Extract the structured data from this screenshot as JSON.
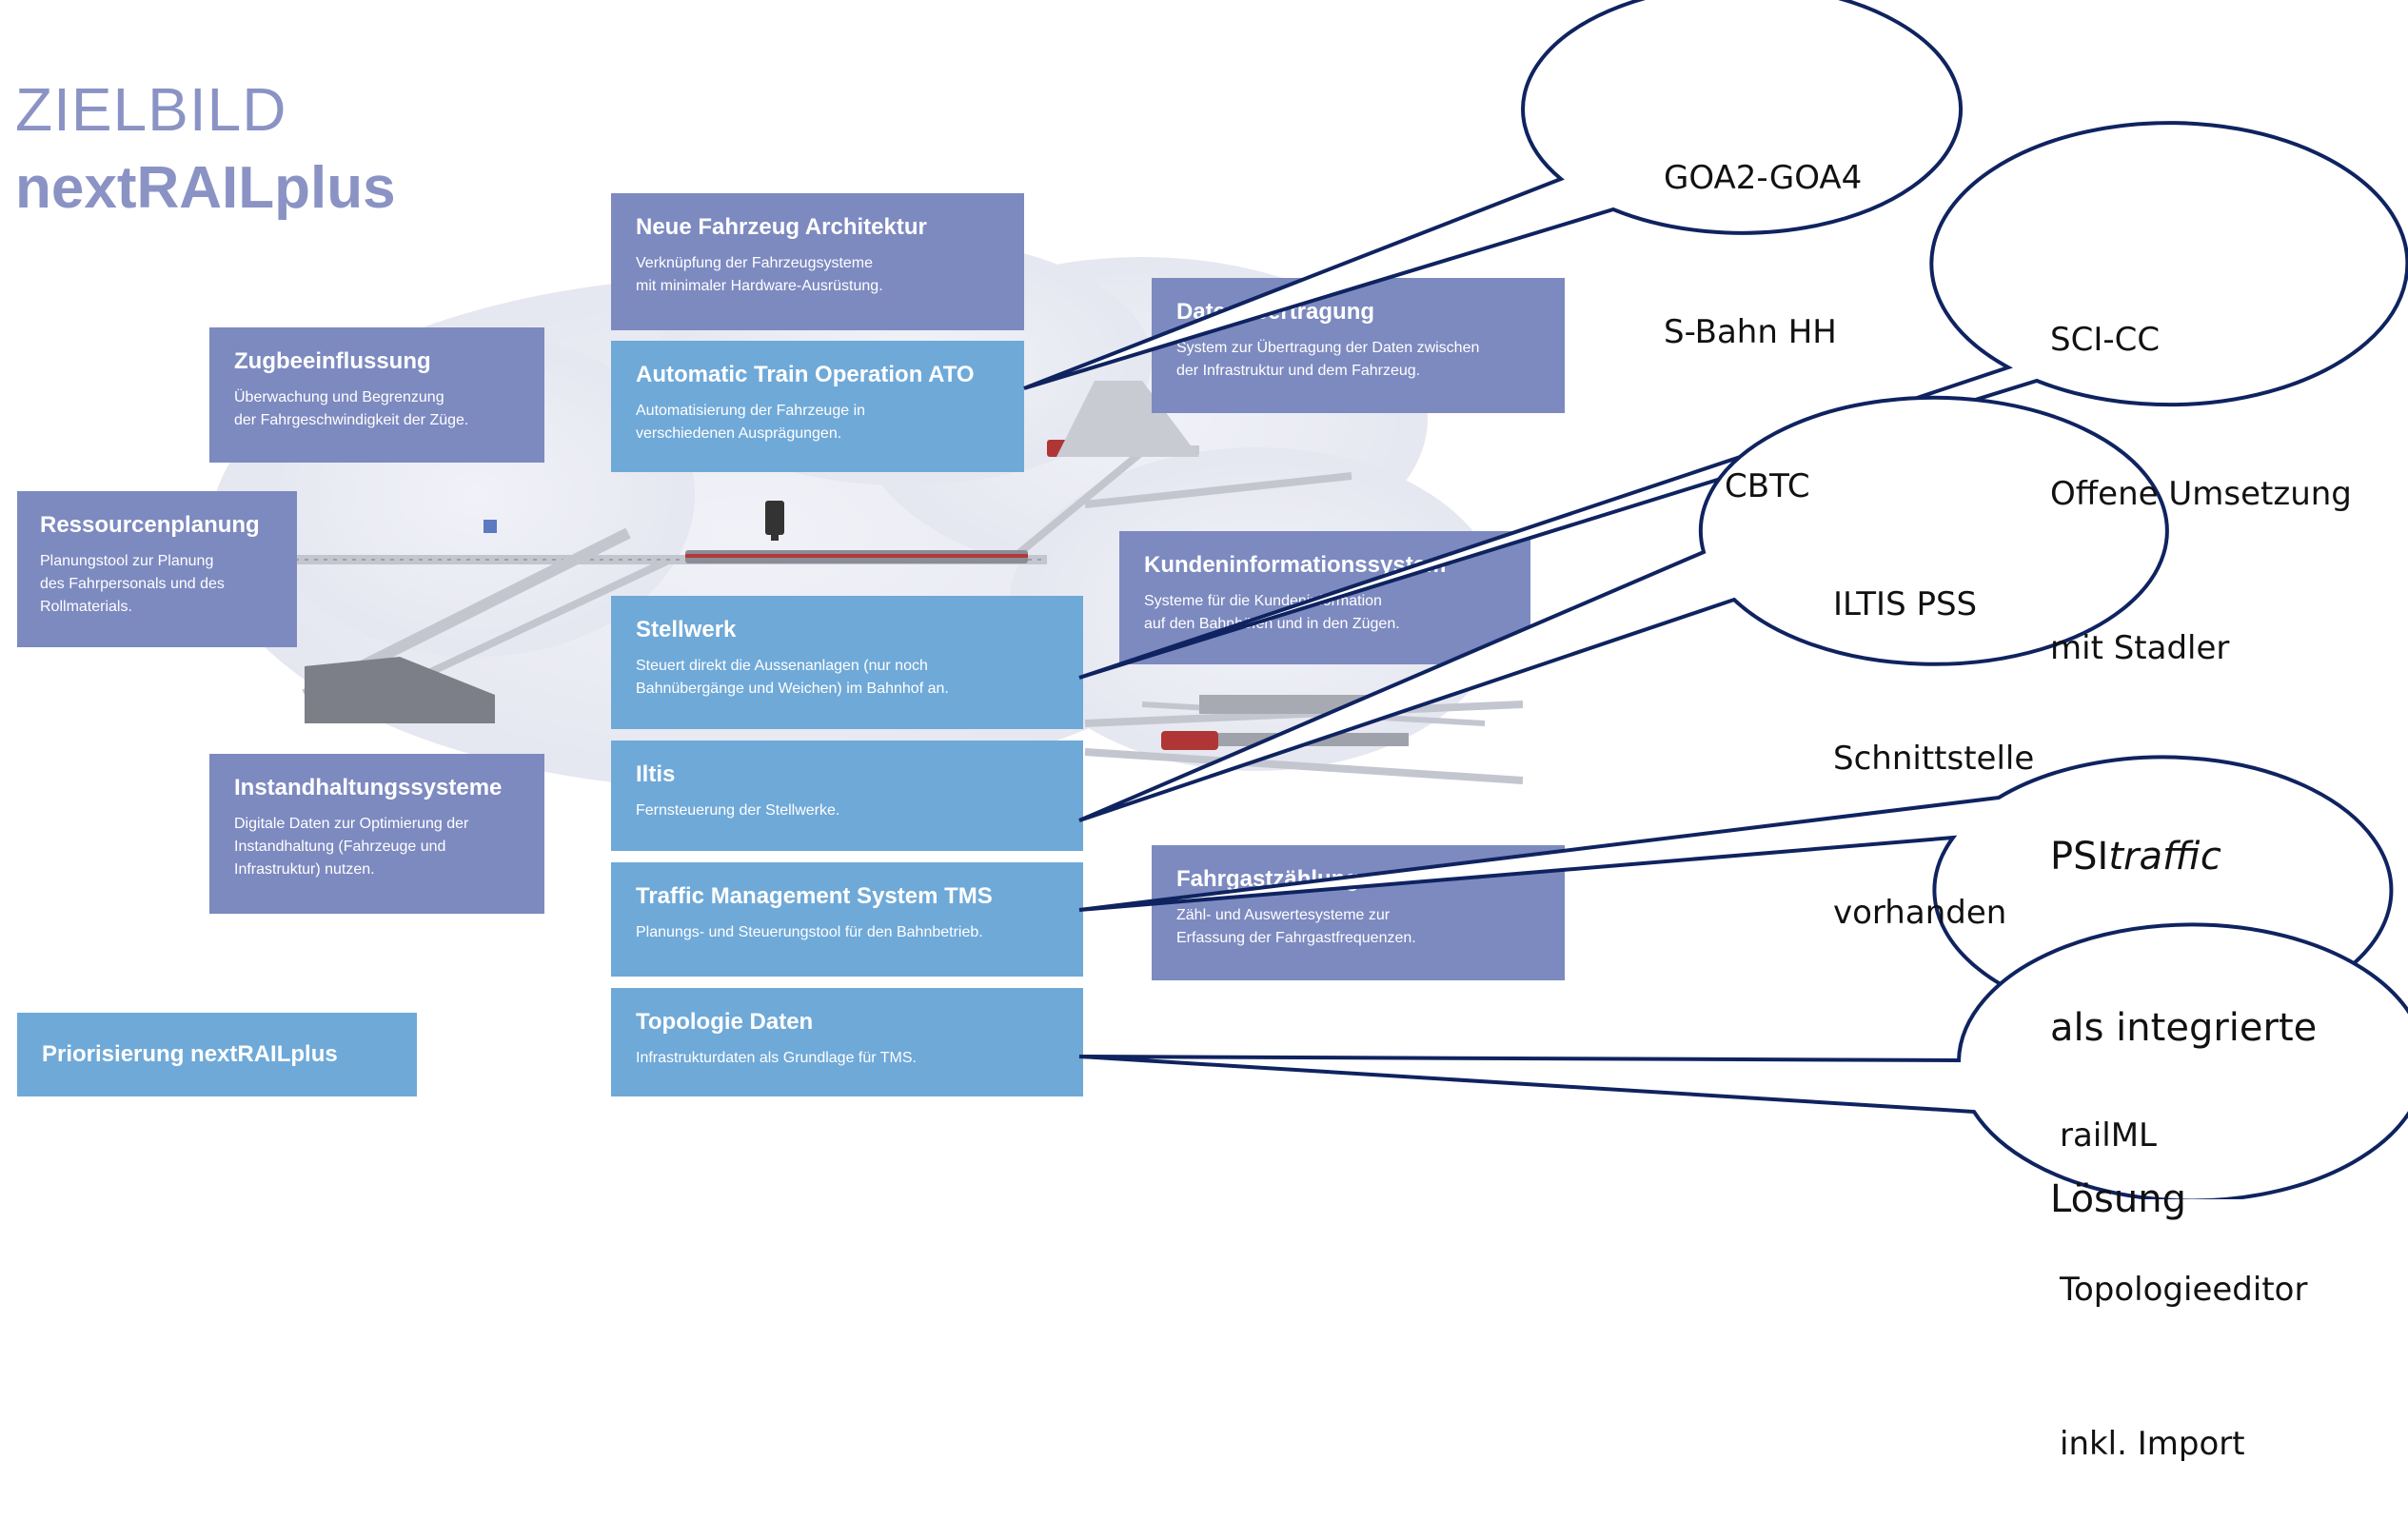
{
  "header": {
    "title_line1": "ZIELBILD",
    "title_line2": "nextRAILplus"
  },
  "boxes": {
    "neue_fahrzeug": {
      "title": "Neue Fahrzeug Architektur",
      "desc1": "Verknüpfung der Fahrzeugsysteme",
      "desc2": "mit minimaler Hardware-Ausrüstung."
    },
    "ato": {
      "title": "Automatic Train Operation ATO",
      "desc1": "Automatisierung der Fahrzeuge in",
      "desc2": "verschiedenen Ausprägungen."
    },
    "daten": {
      "title": "Datenübertragung",
      "desc1": "System zur Übertragung der Daten zwischen",
      "desc2": "der Infrastruktur und dem Fahrzeug."
    },
    "zugbeeinflussung": {
      "title": "Zugbeeinflussung",
      "desc1": "Überwachung und Begrenzung",
      "desc2": "der Fahrgeschwindigkeit der Züge."
    },
    "ressourcen": {
      "title": "Ressourcenplanung",
      "desc1": "Planungstool zur Planung",
      "desc2": "des Fahrpersonals und des",
      "desc3": "Rollmaterials."
    },
    "kundeninfo": {
      "title": "Kundeninformationssystem",
      "desc1": "Systeme für die Kundeninformation",
      "desc2": "auf den Bahnhöfen und in den Zügen."
    },
    "stellwerk": {
      "title": "Stellwerk",
      "desc1": "Steuert direkt die Aussenanlagen (nur noch",
      "desc2": "Bahnübergänge und Weichen) im Bahnhof an."
    },
    "iltis": {
      "title": "Iltis",
      "desc1": "Fernsteuerung der Stellwerke."
    },
    "instandhaltung": {
      "title": "Instandhaltungssysteme",
      "desc1": "Digitale Daten zur Optimierung der",
      "desc2": "Instandhaltung (Fahrzeuge und",
      "desc3": "Infrastruktur) nutzen."
    },
    "tms": {
      "title": "Traffic Management System TMS",
      "desc1": "Planungs- und Steuerungstool für den Bahnbetrieb."
    },
    "fahrgast": {
      "title": "Fahrgastzählung",
      "desc1": "Zähl- und Auswertesysteme zur",
      "desc2": "Erfassung der Fahrgastfrequenzen."
    },
    "topologie": {
      "title": "Topologie Daten",
      "desc1": "Infrastrukturdaten als Grundlage für TMS."
    },
    "priorisierung": {
      "title": "Priorisierung nextRAILplus"
    }
  },
  "callouts": {
    "goa": {
      "l1": "GOA2-GOA4",
      "l2": "S-Bahn HH",
      "l3": "CBTC"
    },
    "sci": {
      "l1": "SCI-CC",
      "l2": "Offene Umsetzung",
      "l3": "mit Stadler"
    },
    "iltis": {
      "l1": "ILTIS PSS",
      "l2": "Schnittstelle",
      "l3": "vorhanden"
    },
    "psi": {
      "l1a": "PSI",
      "l1b": "traffic",
      "l2": "als integrierte",
      "l3": "Lösung"
    },
    "railml": {
      "l1": "railML",
      "l2": "Topologieeditor",
      "l3": "inkl. Import"
    }
  },
  "colors": {
    "violet": "#7d8ac0",
    "blue": "#6fa9d8",
    "title": "#8a93c4",
    "callout_line": "#0f2360"
  }
}
